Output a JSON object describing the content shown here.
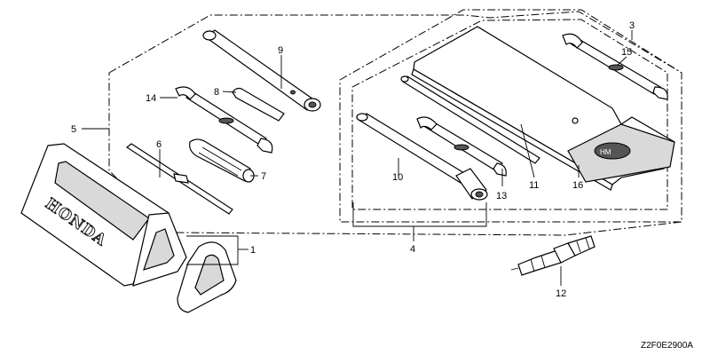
{
  "diagram_code": "Z2F0E2900A",
  "brand_marking": "HONDA",
  "callouts": {
    "c1": "1",
    "c3": "3",
    "c4": "4",
    "c5": "5",
    "c6": "6",
    "c7": "7",
    "c8": "8",
    "c9": "9",
    "c10": "10",
    "c11": "11",
    "c12": "12",
    "c13": "13",
    "c14": "14",
    "c15": "15",
    "c16": "16"
  }
}
